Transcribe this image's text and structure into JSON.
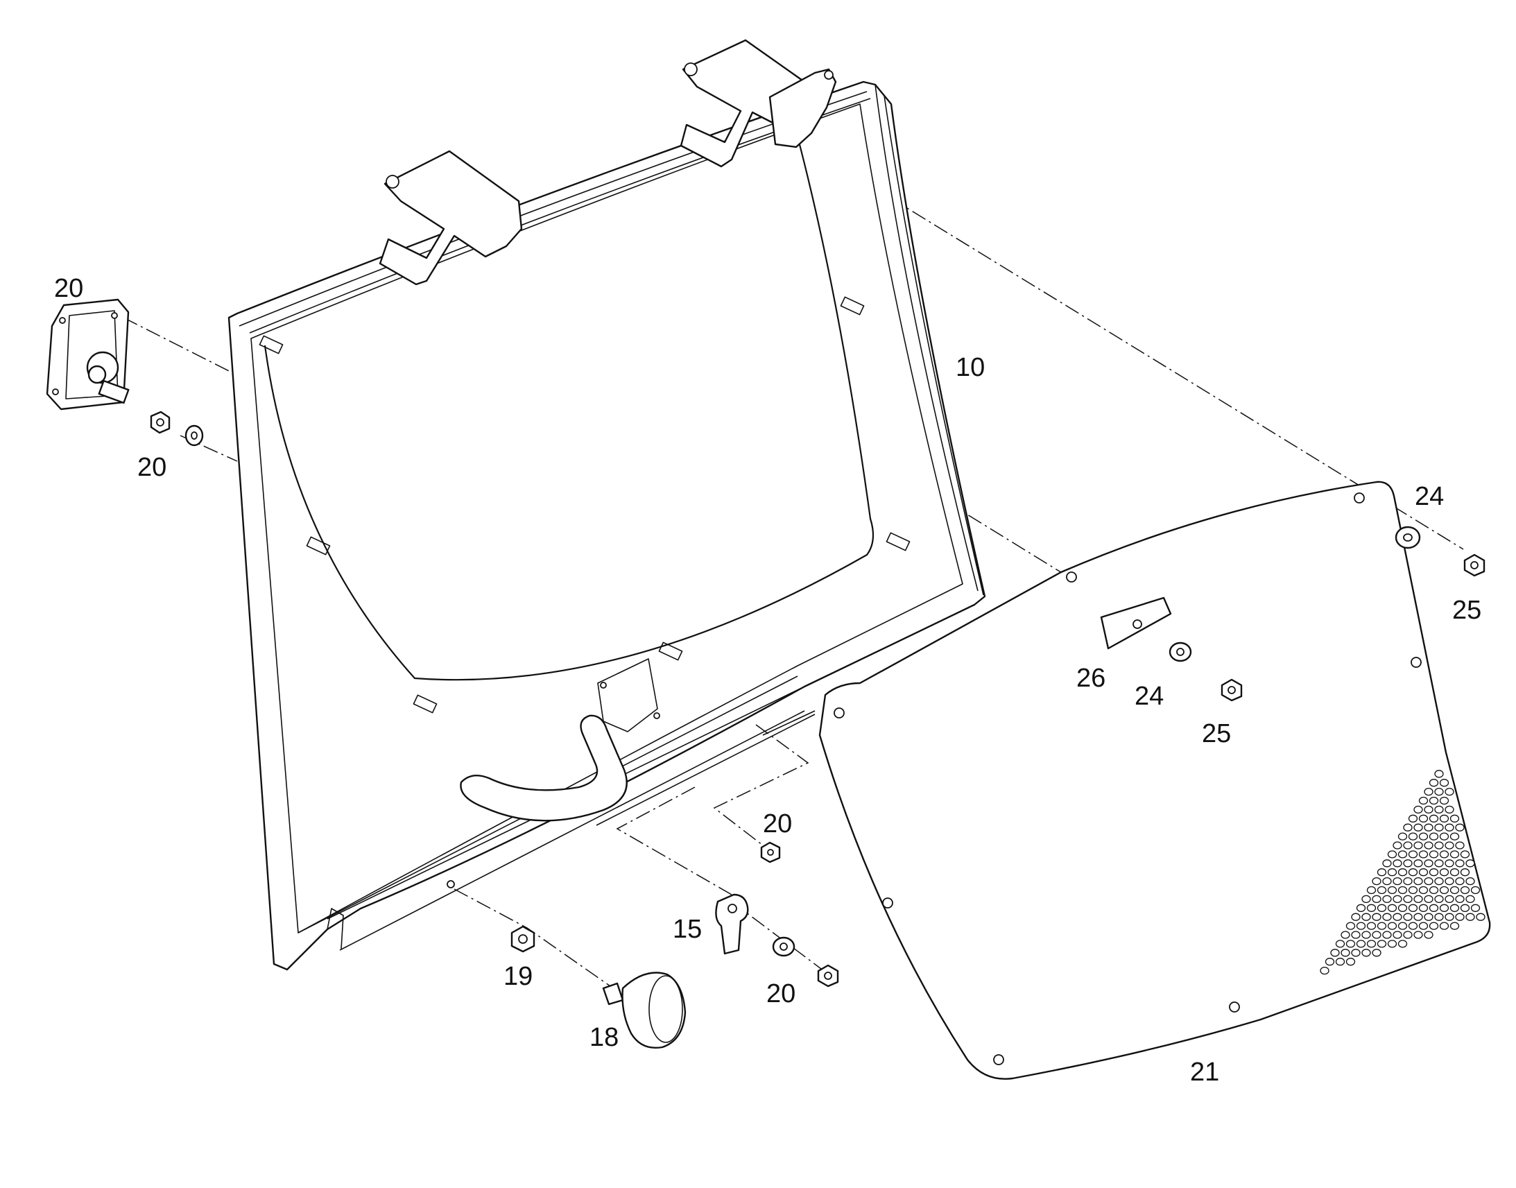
{
  "callouts": {
    "c10": "10",
    "c15": "15",
    "c18": "18",
    "c19": "19",
    "c20_top_left": "20",
    "c20_left": "20",
    "c20_mid": "20",
    "c20_bottom": "20",
    "c21": "21",
    "c24_top": "24",
    "c25_top": "25",
    "c26": "26",
    "c24_mid": "24",
    "c25_mid": "25"
  },
  "parts": [
    {
      "id": "10",
      "icon": "window-frame-icon"
    },
    {
      "id": "15",
      "icon": "latch-bracket-icon"
    },
    {
      "id": "18",
      "icon": "rubber-bumper-icon"
    },
    {
      "id": "19",
      "icon": "hex-nut-icon"
    },
    {
      "id": "20",
      "icon": "lock-assembly-icon"
    },
    {
      "id": "21",
      "icon": "perforated-cover-icon"
    },
    {
      "id": "24",
      "icon": "washer-icon"
    },
    {
      "id": "25",
      "icon": "hex-nut-icon"
    },
    {
      "id": "26",
      "icon": "plate-icon"
    }
  ],
  "colors": {
    "line": "#111111",
    "background": "#ffffff"
  }
}
